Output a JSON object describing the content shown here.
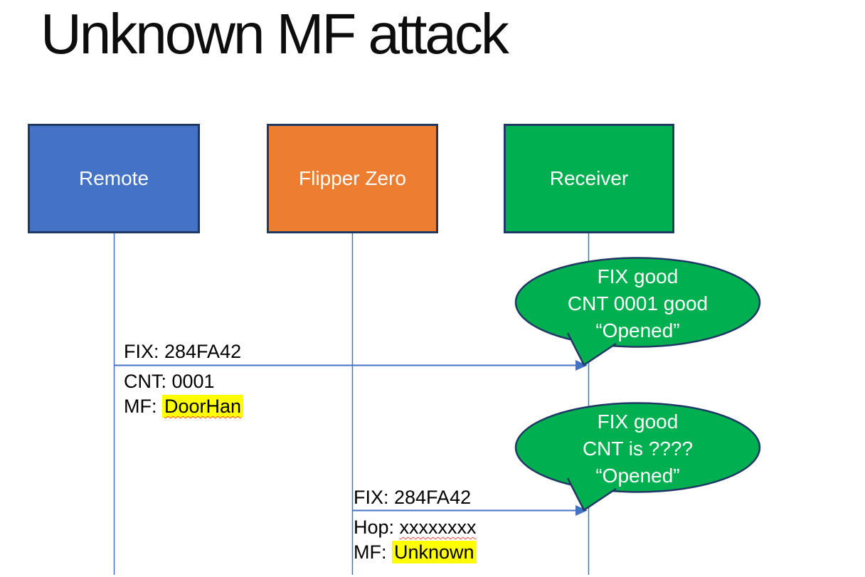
{
  "title": "Unknown MF attack",
  "actors": [
    {
      "label": "Remote",
      "fill": "#4472C4"
    },
    {
      "label": "Flipper Zero",
      "fill": "#ED7D31"
    },
    {
      "label": "Receiver",
      "fill": "#00B050"
    }
  ],
  "messages": {
    "remote_to_receiver": {
      "line_above": "FIX: 284FA42",
      "line_mid": "CNT: 0001",
      "line_bottom_prefix": "MF: ",
      "line_bottom_value": "DoorHan"
    },
    "flipper_to_receiver": {
      "line_above": "FIX: 284FA42",
      "line_mid_prefix": "Hop: ",
      "line_mid_value": "xxxxxxxx",
      "line_bottom_prefix": "MF: ",
      "line_bottom_value": "Unknown"
    }
  },
  "bubbles": {
    "first": {
      "line1": "FIX good",
      "line2": "CNT 0001 good",
      "line3": "“Opened”"
    },
    "second": {
      "line1": "FIX good",
      "line2": "CNT is ????",
      "line3": "“Opened”"
    }
  },
  "colors": {
    "remote_fill": "#4472C4",
    "flipper_fill": "#ED7D31",
    "receiver_fill": "#00B050",
    "bubble_fill": "#00B050",
    "shape_border": "#1F3864",
    "connector_blue": "#4472C4",
    "highlight_yellow": "#FFFF00",
    "squiggle_red": "#FF4B3E",
    "text_black": "#000000",
    "text_white": "#FFFFFF"
  }
}
